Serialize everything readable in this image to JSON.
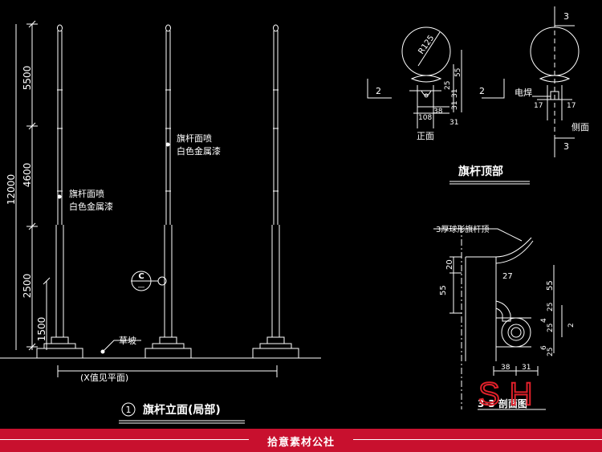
{
  "colors": {
    "background": "#000000",
    "linework": "#ffffff",
    "footer_band": "#c8102e",
    "watermark": "#e0202a"
  },
  "elevation": {
    "dims": [
      "5500",
      "4600",
      "12000",
      "2500",
      "1500"
    ],
    "callout_left": [
      "旗杆面喷",
      "白色金属漆"
    ],
    "callout_right": [
      "旗杆面喷",
      "白色金属漆"
    ],
    "ramp_label": "草坡",
    "plan_note": "(X值见平面)",
    "section_mark": "C",
    "section_sub": "—",
    "title_num": "1",
    "title": "旗杆立面(局部)"
  },
  "top_detail": {
    "radius": "R125",
    "dims": [
      "55",
      "25",
      "31",
      "31",
      "38",
      "108",
      "31"
    ],
    "front_label": "正面",
    "side_label": "侧面",
    "weld_label": "电焊",
    "side_dims": [
      "17",
      "17"
    ],
    "sec_num_left": "2",
    "sec_num_right": "2",
    "sec_num_top": "3",
    "sec_num_bottom": "3",
    "title": "旗杆顶部"
  },
  "section_33": {
    "callout": "3厚球形旗杆顶",
    "dims_left": [
      "20",
      "55"
    ],
    "dims_right": [
      "55",
      "25",
      "4",
      "25",
      "2",
      "6",
      "25"
    ],
    "dim_27": "27",
    "dims_bottom": [
      "38",
      "31"
    ],
    "title": "3-3 剖面图"
  },
  "watermark": "SH",
  "footer": {
    "text": "拾意素材公社"
  }
}
